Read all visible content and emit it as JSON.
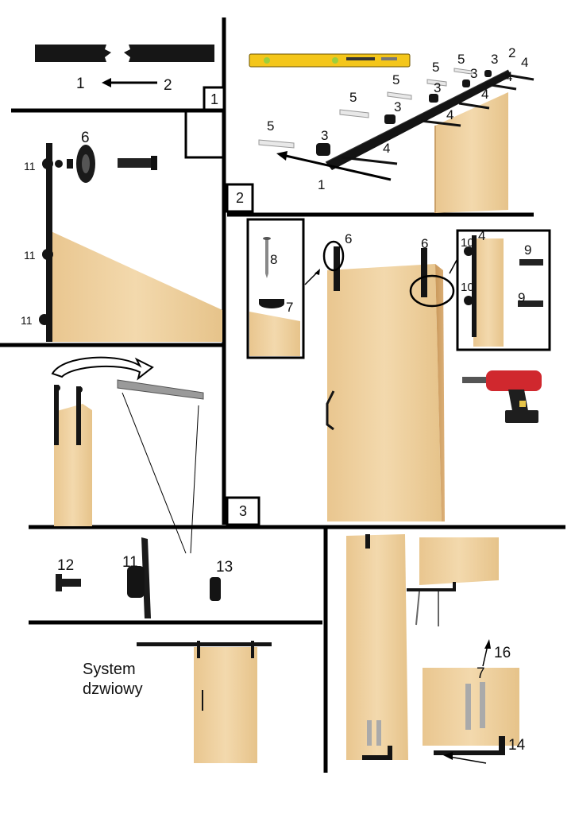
{
  "colors": {
    "wood_light": "#f1d6a8",
    "wood_mid": "#e3bf86",
    "wood_dark": "#c99a5c",
    "metal": "#141414",
    "level_yellow": "#f4c61a",
    "track_gray": "#9a9a9a",
    "drill_red": "#d0282e"
  },
  "icons": [
    "track-rail",
    "spirit-level-icon",
    "door-panel",
    "roller-wheel-icon",
    "bolt-icon",
    "screw-icon",
    "drill-icon",
    "floor-guide-icon",
    "stopper-icon",
    "spacer-icon",
    "rotate-arrow-icon"
  ],
  "step_numbers": [
    "1",
    "2",
    "3"
  ],
  "panel_join": {
    "label_left": "1",
    "label_right": "2"
  },
  "panel_rail": {
    "label_1": "1",
    "label_2": "2",
    "label_3": "3",
    "label_4": "4",
    "label_5": "5"
  },
  "panel_roller": {
    "label_6": "6",
    "label_11": "11"
  },
  "panel_mount": {
    "label_6": "6",
    "label_7": "7",
    "label_8": "8",
    "label_9": "9",
    "label_10": "10",
    "label_4": "4"
  },
  "panel_parts": {
    "label_11": "11",
    "label_12": "12",
    "label_13": "13"
  },
  "panel_guide": {
    "label_7": "7",
    "label_14": "14",
    "label_16": "16"
  },
  "caption": {
    "line1": "System",
    "line2": "dzwiowy"
  }
}
